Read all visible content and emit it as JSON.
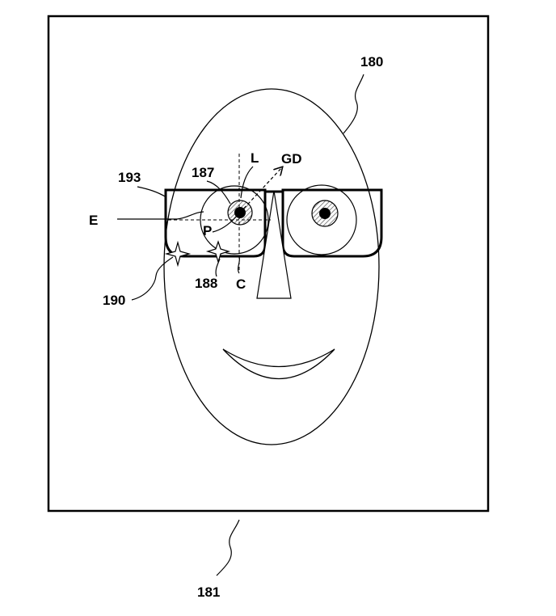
{
  "labels": {
    "face": "180",
    "frame": "181",
    "pupil_ref": "187",
    "glint_ref": "188",
    "light_ref": "190",
    "glasses_ref": "193",
    "eye": "E",
    "line": "L",
    "gaze_direction": "GD",
    "pupil": "P",
    "center": "C"
  },
  "colors": {
    "ink": "#000000",
    "paper": "#ffffff",
    "hatch": "#777777"
  }
}
